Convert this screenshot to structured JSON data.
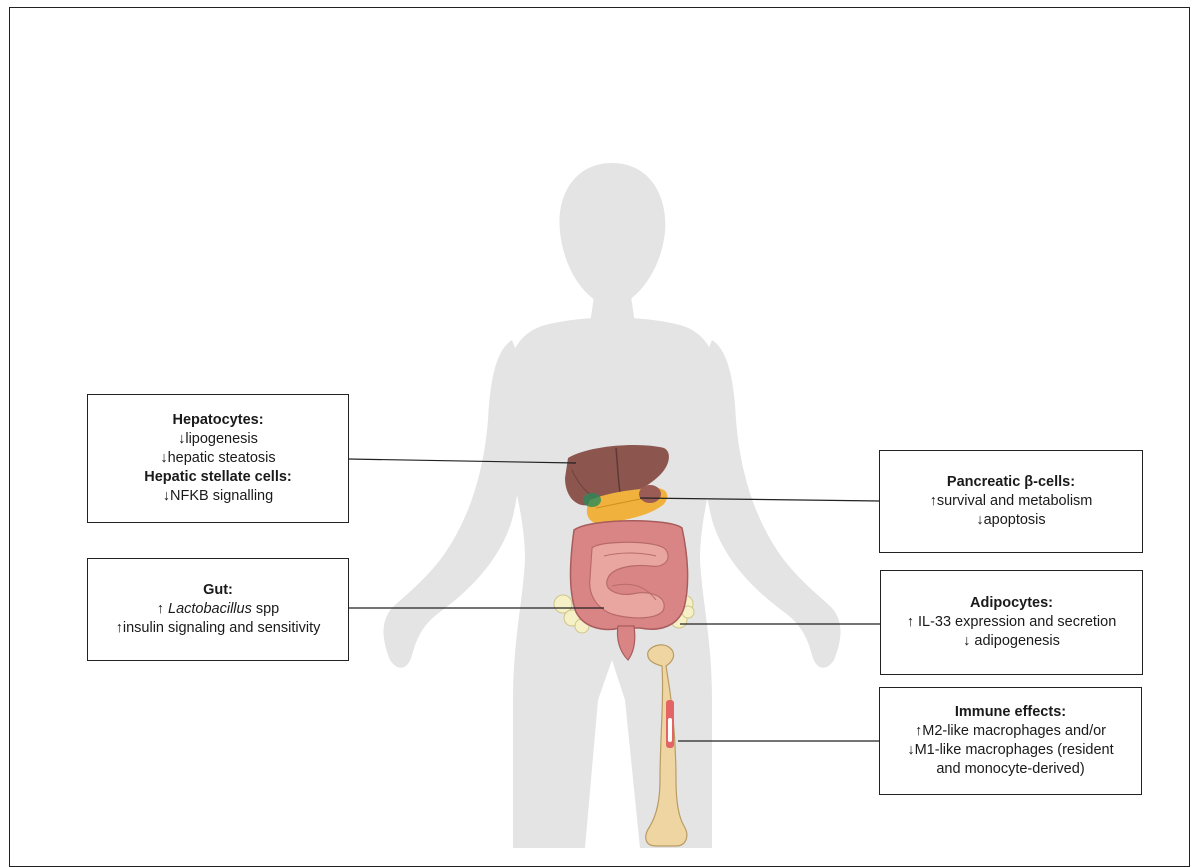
{
  "boxes": {
    "hepatocytes": {
      "title": "Hepatocytes:",
      "line1": "↓lipogenesis",
      "line2": "↓hepatic steatosis",
      "title2": "Hepatic stellate cells:",
      "line3": "↓NFKB signalling"
    },
    "gut": {
      "title": "Gut:",
      "line1_prefix": "↑ ",
      "line1_italic": "Lactobacillus",
      "line1_suffix": " spp",
      "line2": "↑insulin signaling and sensitivity"
    },
    "pancreatic": {
      "title": "Pancreatic β-cells:",
      "line1": "↑survival and metabolism",
      "line2": "↓apoptosis"
    },
    "adipocytes": {
      "title": "Adipocytes:",
      "line1": "↑ IL-33 expression and secretion",
      "line2": "↓ adipogenesis"
    },
    "immune": {
      "title": "Immune effects:",
      "line1": "↑M2-like macrophages and/or",
      "line2": "↓M1-like macrophages (resident",
      "line3": "and monocyte-derived)"
    }
  },
  "colors": {
    "silhouette": "#e4e4e4",
    "liver": "#8c564f",
    "pancreas": "#f0b23c",
    "intestine": "#d98585",
    "adipose": "#f6f0c6",
    "bone": "#efd5a2",
    "marrow": "#e26464"
  }
}
